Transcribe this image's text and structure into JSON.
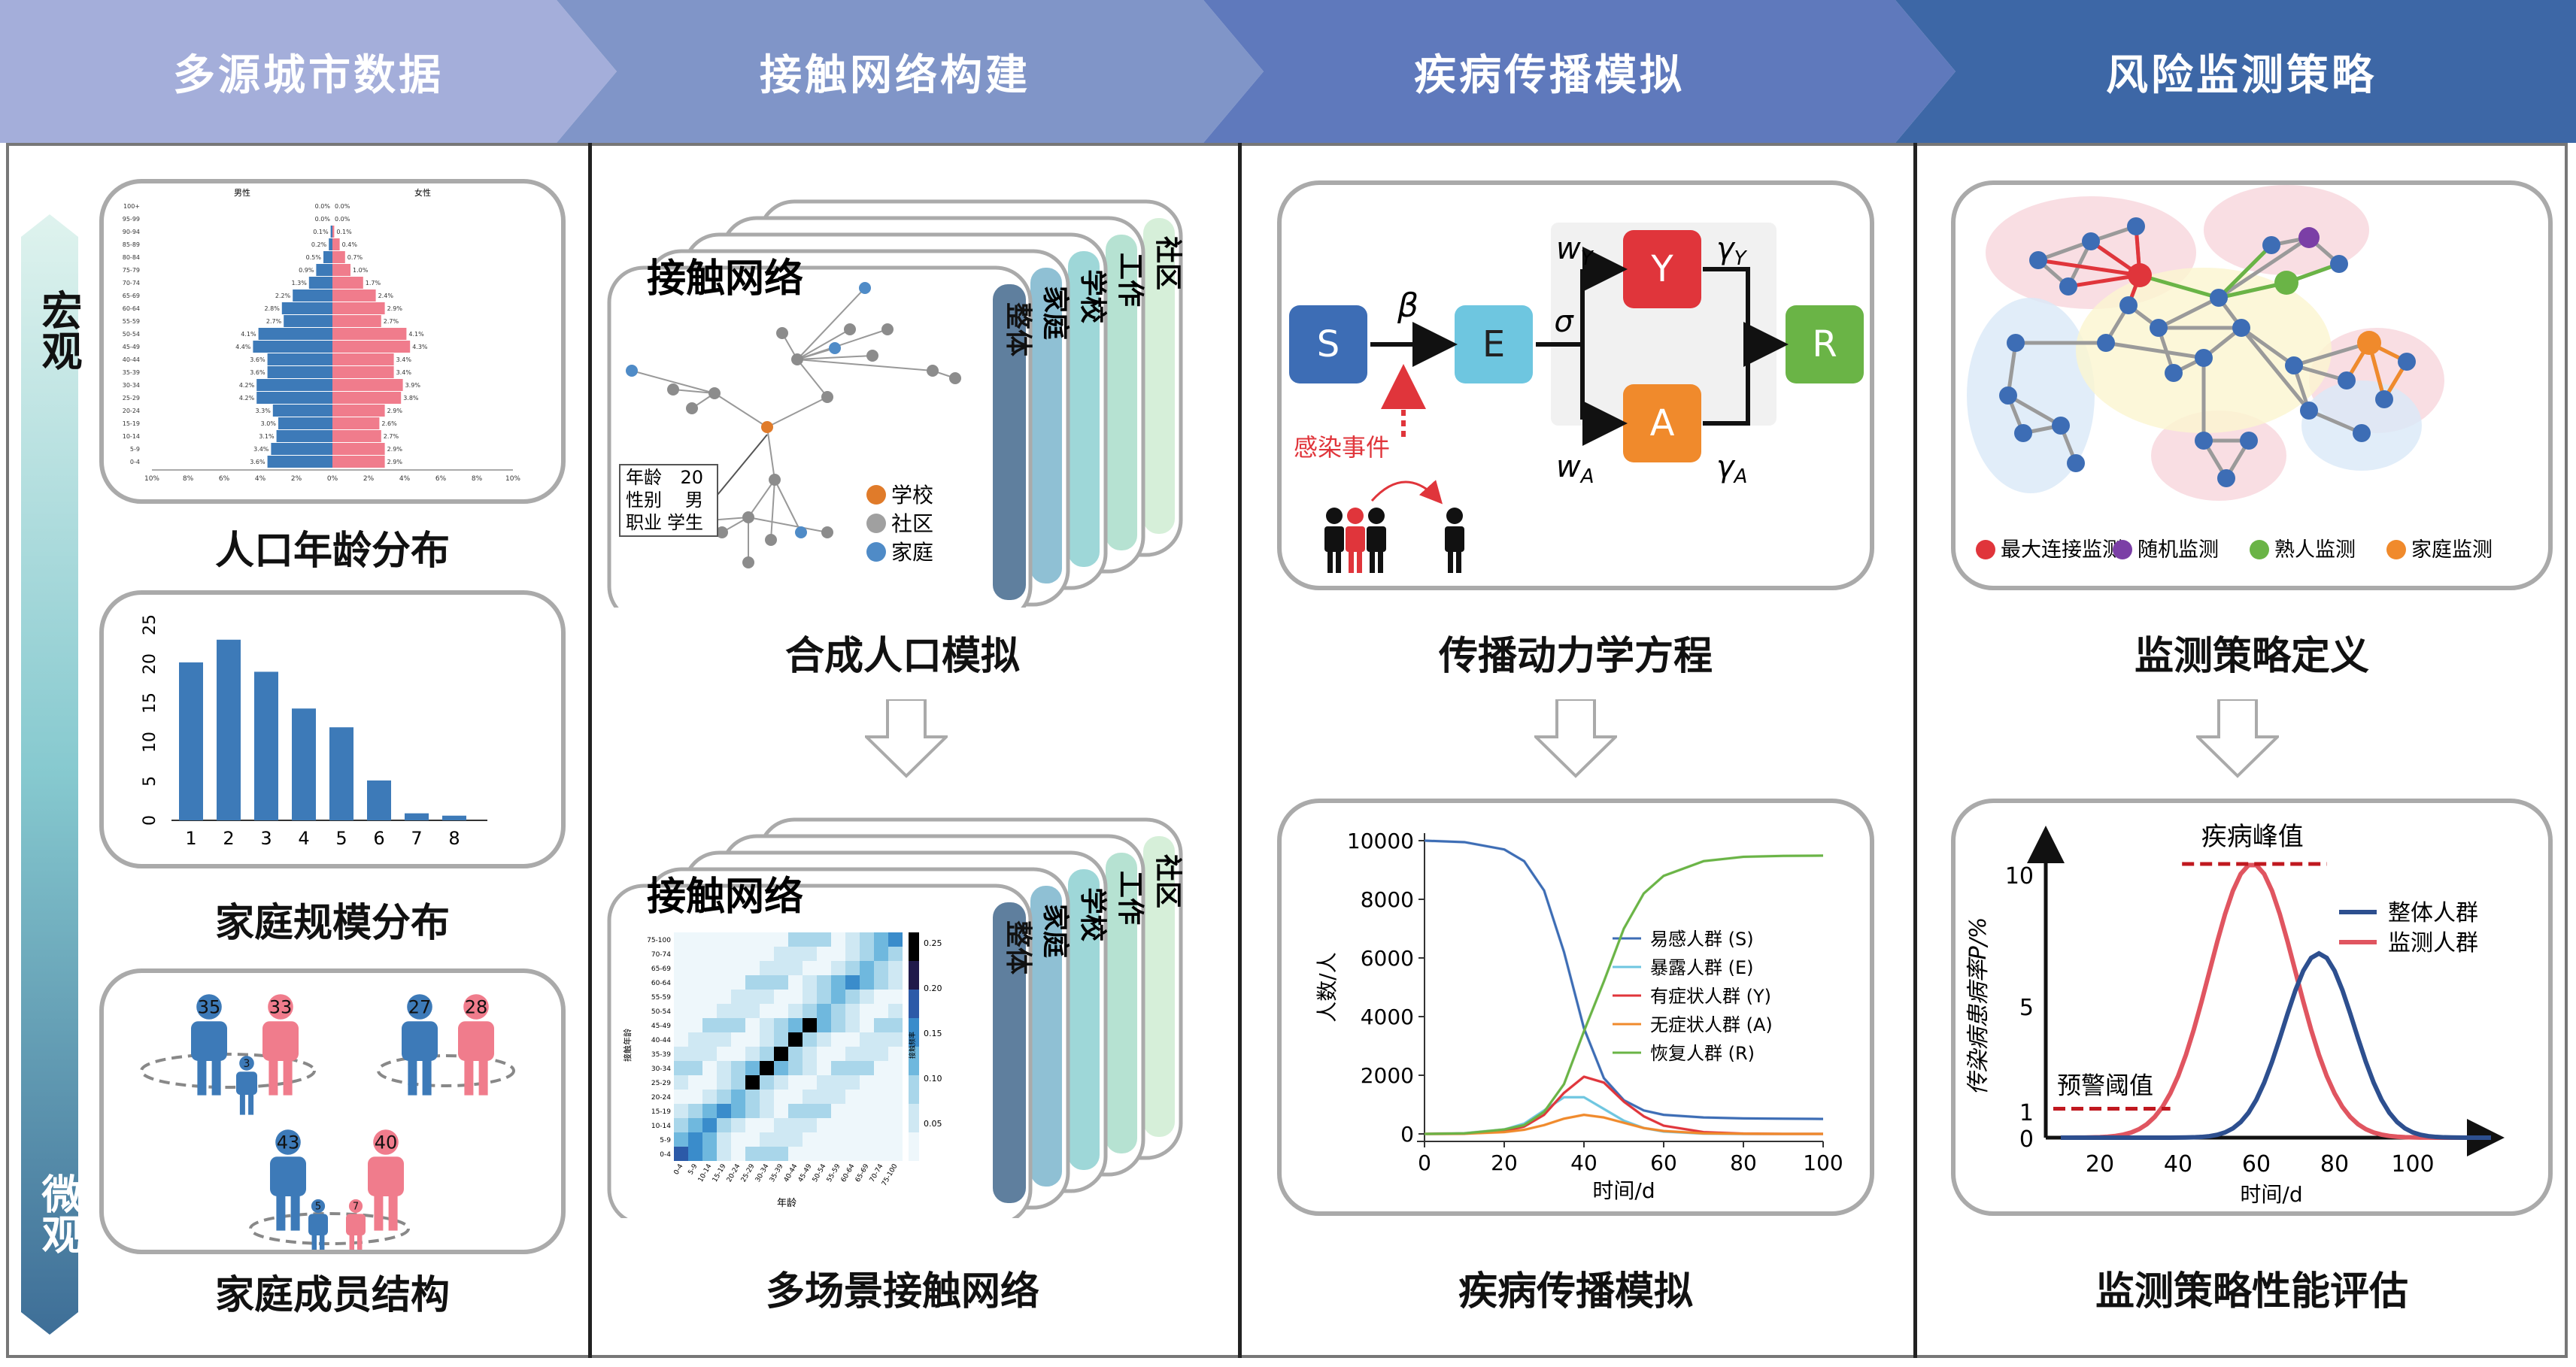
{
  "header": {
    "stages": [
      "多源城市数据",
      "接触网络构建",
      "疾病传播模拟",
      "风险监测策略"
    ],
    "colors": [
      "#9aa6d6",
      "#7f93c9",
      "#5e7dbf",
      "#3f6aa9"
    ]
  },
  "scale": {
    "macro": "宏观",
    "micro": "微观"
  },
  "col1": {
    "pyramid": {
      "caption": "人口年龄分布",
      "male": "男性",
      "female": "女性",
      "age_groups": [
        "100+",
        "95-99",
        "90-94",
        "85-89",
        "80-84",
        "75-79",
        "70-74",
        "65-69",
        "60-64",
        "55-59",
        "50-54",
        "45-49",
        "40-44",
        "35-39",
        "30-34",
        "25-29",
        "20-24",
        "15-19",
        "10-14",
        "5-9",
        "0-4"
      ],
      "male_pct": [
        0.0,
        0.0,
        0.1,
        0.2,
        0.5,
        0.9,
        1.3,
        2.2,
        2.8,
        2.7,
        4.1,
        4.4,
        3.6,
        3.6,
        4.2,
        4.2,
        3.3,
        3.0,
        3.1,
        3.4,
        3.6
      ],
      "female_pct": [
        0.0,
        0.0,
        0.1,
        0.4,
        0.7,
        1.0,
        1.7,
        2.4,
        2.9,
        2.7,
        4.1,
        4.3,
        3.4,
        3.4,
        3.9,
        3.8,
        2.9,
        2.6,
        2.7,
        2.9,
        2.9
      ],
      "male_labels": [
        "0.0%",
        "0.0%",
        "0.1%",
        "0.2%",
        "0.5%",
        "0.9%",
        "1.3%",
        "2.2%",
        "2.8%",
        "2.7%",
        "4.1%",
        "4.4%",
        "3.6%",
        "3.6%",
        "4.2%",
        "4.2%",
        "3.3%",
        "3.0%",
        "3.1%",
        "3.4%",
        "3.6%"
      ],
      "female_labels": [
        "0.0%",
        "0.0%",
        "0.1%",
        "0.4%",
        "0.7%",
        "1.0%",
        "1.7%",
        "2.4%",
        "2.9%",
        "2.7%",
        "4.1%",
        "4.3%",
        "3.4%",
        "3.4%",
        "3.9%",
        "3.8%",
        "2.9%",
        "2.6%",
        "2.7%",
        "2.9%",
        "2.9%"
      ],
      "x_ticks": [
        "10%",
        "8%",
        "6%",
        "4%",
        "2%",
        "0%",
        "2%",
        "4%",
        "6%",
        "8%",
        "10%"
      ],
      "male_color": "#3d7ab8",
      "female_color": "#f07c8c"
    },
    "household": {
      "caption": "家庭规模分布",
      "y_ticks": [
        "0",
        "5",
        "10",
        "15",
        "20",
        "25"
      ],
      "x_ticks": [
        "1",
        "2",
        "3",
        "4",
        "5",
        "6",
        "7",
        "8"
      ],
      "color": "#3d7ab8"
    },
    "family": {
      "caption": "家庭成员结构",
      "families": [
        [
          "35",
          "33",
          "3"
        ],
        [
          "27",
          "28"
        ],
        [
          "43",
          "40",
          "5",
          "7"
        ]
      ]
    }
  },
  "col2": {
    "network": {
      "title": "接触网络",
      "tabs": [
        "整体",
        "家庭",
        "学校",
        "工作",
        "社区"
      ],
      "attr_rows": [
        [
          "年龄",
          "20"
        ],
        [
          "性别",
          "男"
        ],
        [
          "职业",
          "学生"
        ]
      ],
      "legend": [
        {
          "label": "学校",
          "color": "#e07b2a"
        },
        {
          "label": "社区",
          "color": "#a0a0a0"
        },
        {
          "label": "家庭",
          "color": "#4f8bc7"
        }
      ]
    },
    "caption_top": "合成人口模拟",
    "matrix": {
      "title": "接触网络",
      "tabs": [
        "整体",
        "家庭",
        "学校",
        "工作",
        "社区"
      ],
      "ages": [
        "75-100",
        "70-74",
        "65-69",
        "60-64",
        "55-59",
        "50-54",
        "45-49",
        "40-44",
        "35-39",
        "30-34",
        "25-29",
        "20-24",
        "15-19",
        "10-14",
        "5-9",
        "0-4"
      ],
      "x_ages": [
        "0-4",
        "5-9",
        "10-14",
        "15-19",
        "20-24",
        "25-29",
        "30-34",
        "35-39",
        "40-44",
        "45-49",
        "50-54",
        "55-59",
        "60-64",
        "65-69",
        "70-74",
        "75-100"
      ],
      "ylabel": "接触年龄",
      "xlabel": "年龄",
      "cbar_ticks": [
        "0.25",
        "0.20",
        "0.15",
        "0.10",
        "0.05"
      ],
      "cbar_label": "接触频率"
    },
    "caption_bottom": "多场景接触网络"
  },
  "col3": {
    "model": {
      "states": [
        "S",
        "E",
        "Y",
        "A",
        "R"
      ],
      "colors": {
        "S": "#3d6db5",
        "E": "#6ec6e0",
        "Y": "#e0353b",
        "A": "#f08a2c",
        "R": "#6ab446"
      },
      "params": {
        "beta": "β",
        "sigma": "σ",
        "wY": "w",
        "wY_sub": "Y",
        "wA": "w",
        "wA_sub": "A",
        "gY": "γ",
        "gY_sub": "Y",
        "gA": "γ",
        "gA_sub": "A"
      },
      "event": "感染事件"
    },
    "caption_top": "传播动力学方程",
    "chart_data": {
      "type": "line",
      "x": [
        0,
        10,
        20,
        25,
        30,
        35,
        40,
        45,
        50,
        55,
        60,
        70,
        80,
        90,
        100
      ],
      "series": [
        {
          "name": "易感人群 (S)",
          "color": "#3d6db5",
          "values": [
            10000,
            9950,
            9700,
            9300,
            8300,
            6200,
            3600,
            1900,
            1150,
            800,
            650,
            560,
            530,
            520,
            510
          ]
        },
        {
          "name": "暴露人群 (E)",
          "color": "#6ec6e0",
          "values": [
            0,
            20,
            150,
            350,
            800,
            1250,
            1250,
            850,
            450,
            200,
            80,
            10,
            0,
            0,
            0
          ]
        },
        {
          "name": "有症状人群 (Y)",
          "color": "#e0353b",
          "values": [
            0,
            10,
            100,
            250,
            650,
            1400,
            1950,
            1750,
            1100,
            600,
            280,
            60,
            10,
            0,
            0
          ]
        },
        {
          "name": "无症状人群 (A)",
          "color": "#f08a2c",
          "values": [
            0,
            5,
            60,
            140,
            300,
            520,
            650,
            560,
            380,
            200,
            100,
            20,
            5,
            0,
            0
          ]
        },
        {
          "name": "恢复人群 (R)",
          "color": "#6ab446",
          "values": [
            0,
            20,
            150,
            300,
            750,
            1700,
            3500,
            5200,
            7000,
            8200,
            8800,
            9300,
            9450,
            9480,
            9490
          ]
        }
      ],
      "ylabel": "人数/人",
      "xlabel": "时间/d",
      "xlim": [
        0,
        100
      ],
      "ylim": [
        0,
        10000
      ],
      "x_ticks": [
        "0",
        "20",
        "40",
        "60",
        "80",
        "100"
      ],
      "y_ticks": [
        "0",
        "2000",
        "4000",
        "6000",
        "8000",
        "10000"
      ]
    },
    "caption_bottom": "疾病传播模拟"
  },
  "col4": {
    "legend": [
      {
        "label": "最大连接监测",
        "color": "#e0353b"
      },
      {
        "label": "随机监测",
        "color": "#7b3fa6"
      },
      {
        "label": "熟人监测",
        "color": "#6ab446"
      },
      {
        "label": "家庭监测",
        "color": "#f08a2c"
      }
    ],
    "caption_top": "监测策略定义",
    "eval": {
      "ylabel": "传染病患病率P/%",
      "xlabel": "时间/d",
      "x_ticks": [
        "20",
        "40",
        "60",
        "80",
        "100"
      ],
      "y_ticks": [
        "0",
        "1",
        "5",
        "10"
      ],
      "peak": "疾病峰值",
      "threshold": "预警阈值",
      "series": [
        {
          "name": "整体人群",
          "color": "#2d4f8f"
        },
        {
          "name": "监测人群",
          "color": "#e05560"
        }
      ]
    },
    "caption_bottom": "监测策略性能评估"
  }
}
